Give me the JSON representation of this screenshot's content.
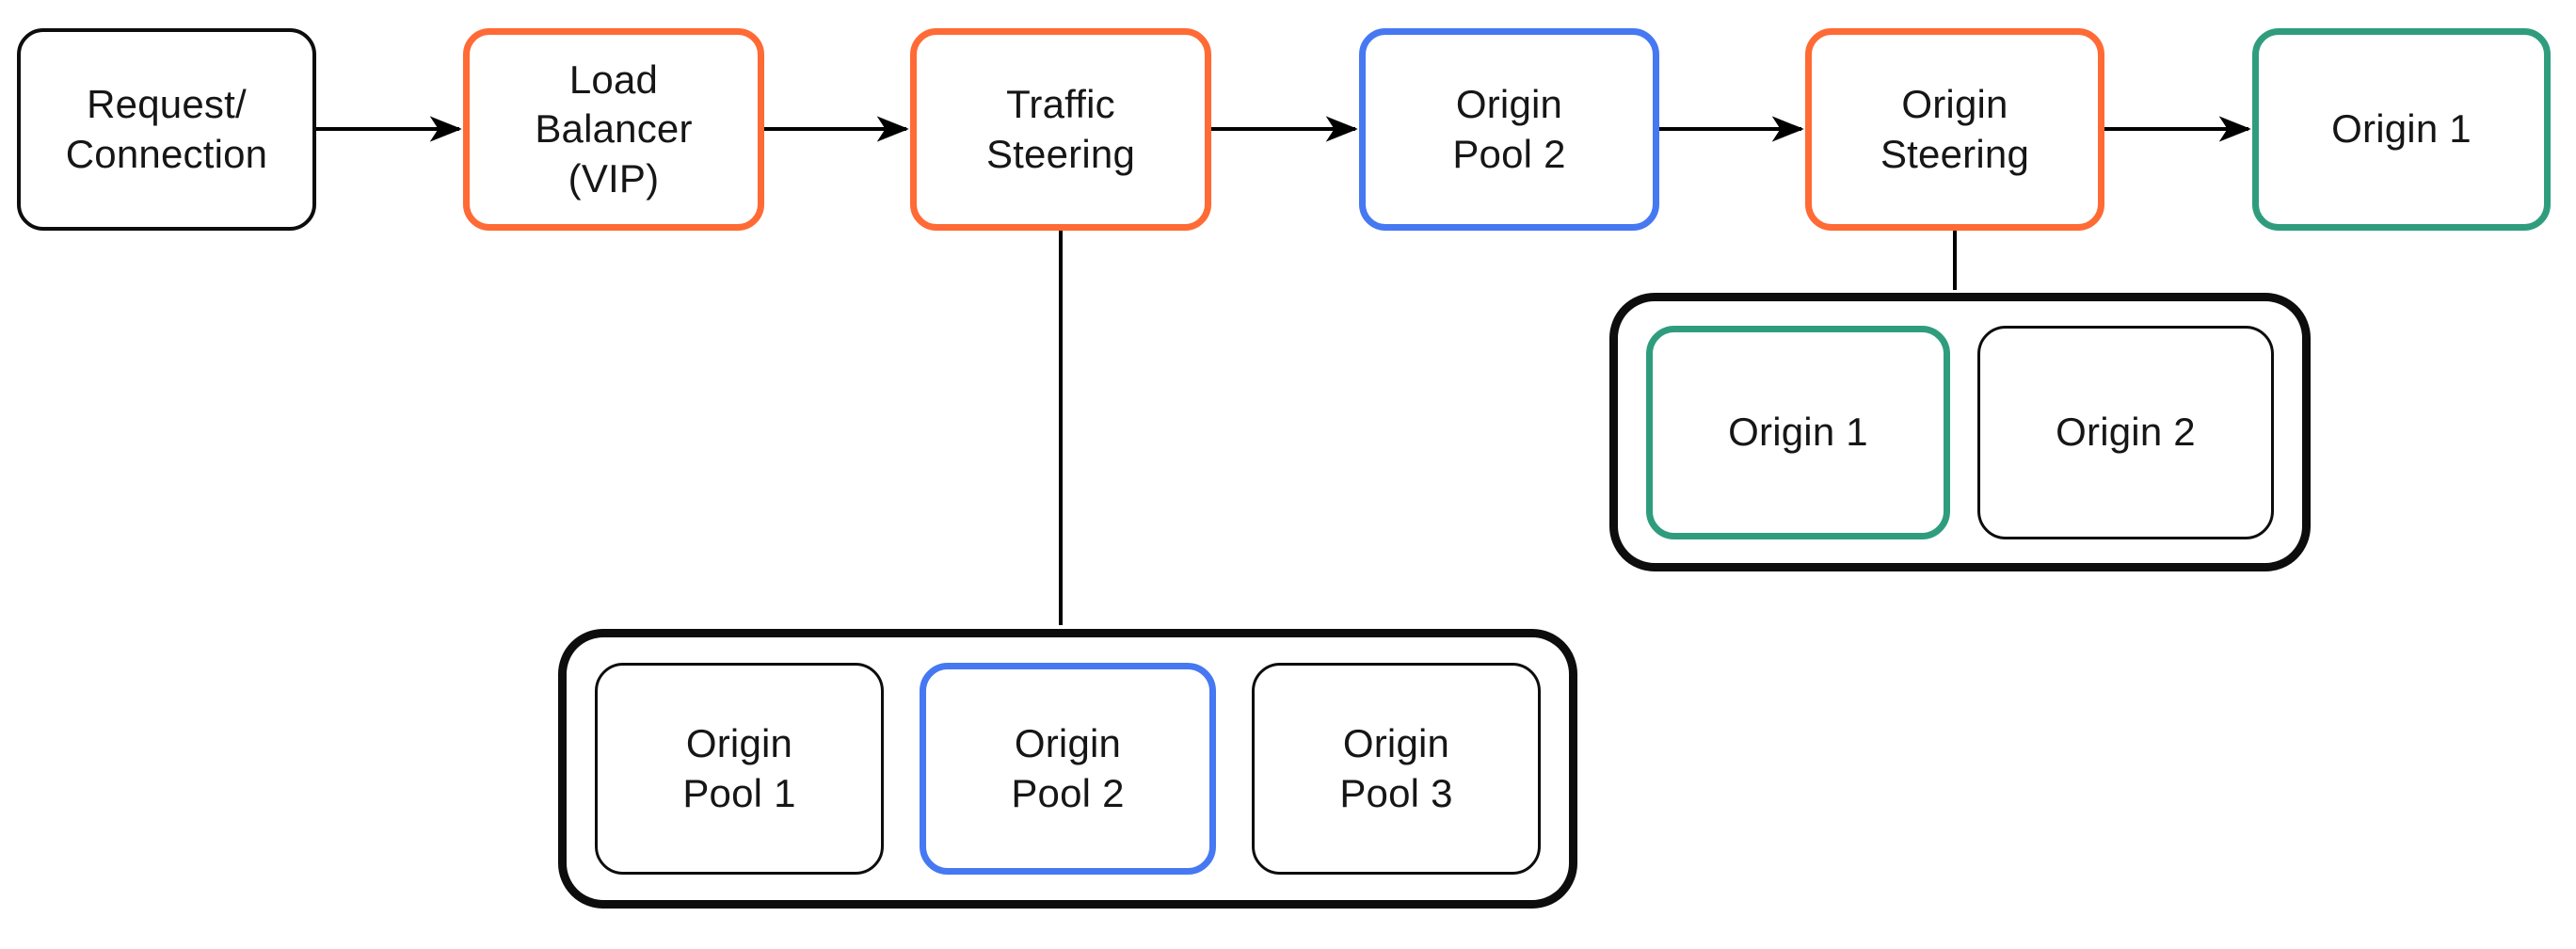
{
  "colors": {
    "orange": "#ff6a35",
    "blue": "#4678f2",
    "green": "#2f9d7d",
    "ink": "#161616",
    "line": "#0d0d0d",
    "background": "#ffffff"
  },
  "nodes": {
    "request_connection": {
      "label": "Request/\nConnection",
      "accent": "black"
    },
    "load_balancer": {
      "label": "Load\nBalancer\n(VIP)",
      "accent": "orange"
    },
    "traffic_steering": {
      "label": "Traffic\nSteering",
      "accent": "orange"
    },
    "origin_pool_2": {
      "label": "Origin\nPool 2",
      "accent": "blue"
    },
    "origin_steering": {
      "label": "Origin\nSteering",
      "accent": "orange"
    },
    "origin_1": {
      "label": "Origin 1",
      "accent": "green"
    }
  },
  "pool_group": {
    "items": [
      {
        "label": "Origin\nPool 1",
        "accent": "none"
      },
      {
        "label": "Origin\nPool 2",
        "accent": "blue"
      },
      {
        "label": "Origin\nPool 3",
        "accent": "none"
      }
    ]
  },
  "origin_group": {
    "items": [
      {
        "label": "Origin 1",
        "accent": "green"
      },
      {
        "label": "Origin 2",
        "accent": "none"
      }
    ]
  }
}
